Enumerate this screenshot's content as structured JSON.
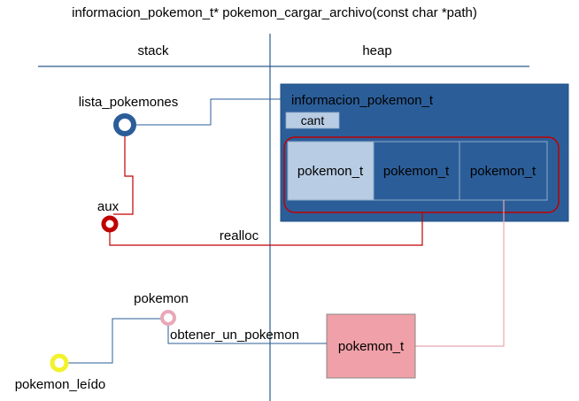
{
  "diagram": {
    "title": "informacion_pokemon_t* pokemon_cargar_archivo(const char *path)",
    "sections": {
      "stack": "stack",
      "heap": "heap"
    },
    "heap_struct": {
      "name": "informacion_pokemon_t",
      "field": "cant",
      "array_cells": [
        "pokemon_t",
        "pokemon_t",
        "pokemon_t"
      ]
    },
    "variables": {
      "lista_pokemones": "lista_pokemones",
      "aux": "aux",
      "pokemon": "pokemon",
      "pokemon_leido": "pokemon_leído"
    },
    "arrows": {
      "realloc": "realloc",
      "obtener": "obtener_un_pokemon"
    },
    "heap_pokemon": "pokemon_t"
  },
  "colors": {
    "divider": "#2e5a8a",
    "struct_fill": "#2b5e99",
    "struct_border": "#224f80",
    "cant_fill": "#b8cce4",
    "cell_highlight": "#b8cce4",
    "red": "#c00000",
    "link_blue": "#2b5e99",
    "pink_fill": "#f0a0a8",
    "pink_line": "#e8a8b0",
    "yellow": "#f2f22a"
  }
}
